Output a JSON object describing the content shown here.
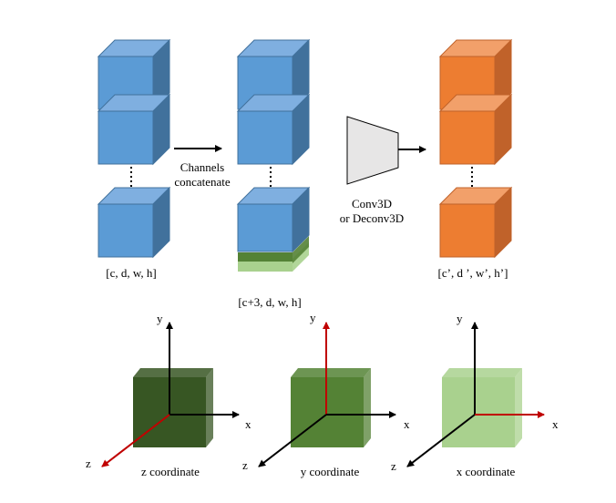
{
  "colors": {
    "blue_front": "#5B9BD5",
    "blue_top": "#7FAFE0",
    "blue_side": "#41719C",
    "orange_front": "#ED7D31",
    "orange_top": "#F2A06A",
    "orange_side": "#C0622A",
    "green_dark": "#375623",
    "green_mid": "#548235",
    "green_light": "#A9D18E",
    "red_axis": "#C00000"
  },
  "labels": {
    "input_shape": "[c, d, w, h]",
    "concat_line1": "Channels",
    "concat_line2": "concatenate",
    "concat_shape": "[c+3, d, w, h]",
    "conv_line1": "Conv3D",
    "conv_line2": "or Deconv3D",
    "output_shape": "[c’, d ’, w’, h’]"
  },
  "coordinates": [
    {
      "caption": "z coordinate",
      "x": "x",
      "y": "y",
      "z": "z",
      "highlight_axis": "z"
    },
    {
      "caption": "y coordinate",
      "x": "x",
      "y": "y",
      "z": "z",
      "highlight_axis": "y"
    },
    {
      "caption": "x coordinate",
      "x": "x",
      "y": "y",
      "z": "z",
      "highlight_axis": "x"
    }
  ]
}
